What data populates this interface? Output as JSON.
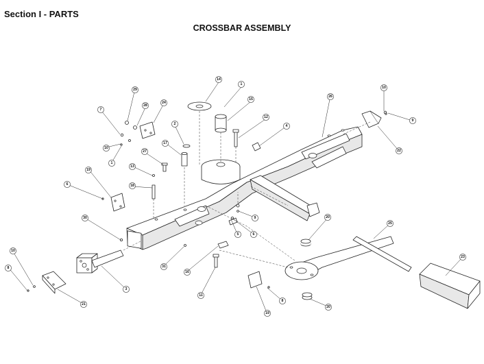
{
  "header": {
    "section_title": "Section I - PARTS",
    "diagram_title": "CROSSBAR ASSEMBLY"
  },
  "callouts": [
    {
      "id": "c14",
      "label": "14"
    },
    {
      "id": "c1a",
      "label": "1"
    },
    {
      "id": "c15",
      "label": "15"
    },
    {
      "id": "c26",
      "label": "26"
    },
    {
      "id": "c10a",
      "label": "10"
    },
    {
      "id": "c9a",
      "label": "9"
    },
    {
      "id": "c22",
      "label": "22"
    },
    {
      "id": "c29",
      "label": "29"
    },
    {
      "id": "c28",
      "label": "28"
    },
    {
      "id": "c24",
      "label": "24"
    },
    {
      "id": "c7",
      "label": "7"
    },
    {
      "id": "c10b",
      "label": "10"
    },
    {
      "id": "c1b",
      "label": "1"
    },
    {
      "id": "c2",
      "label": "2"
    },
    {
      "id": "c17",
      "label": "17"
    },
    {
      "id": "c12",
      "label": "12"
    },
    {
      "id": "c4",
      "label": "4"
    },
    {
      "id": "c27",
      "label": "27"
    },
    {
      "id": "c13",
      "label": "13"
    },
    {
      "id": "c19a",
      "label": "19"
    },
    {
      "id": "c18",
      "label": "18"
    },
    {
      "id": "c6a",
      "label": "6"
    },
    {
      "id": "c9b",
      "label": "9"
    },
    {
      "id": "c5",
      "label": "5"
    },
    {
      "id": "c6b",
      "label": "6"
    },
    {
      "id": "c20a",
      "label": "20"
    },
    {
      "id": "c25",
      "label": "25"
    },
    {
      "id": "c30",
      "label": "30"
    },
    {
      "id": "c16",
      "label": "16"
    },
    {
      "id": "c31",
      "label": "31"
    },
    {
      "id": "c10c",
      "label": "10"
    },
    {
      "id": "c8a",
      "label": "8"
    },
    {
      "id": "c3",
      "label": "3"
    },
    {
      "id": "c21",
      "label": "21"
    },
    {
      "id": "c11",
      "label": "11"
    },
    {
      "id": "c8b",
      "label": "8"
    },
    {
      "id": "c19b",
      "label": "19"
    },
    {
      "id": "c20b",
      "label": "20"
    },
    {
      "id": "c23",
      "label": "23"
    }
  ]
}
